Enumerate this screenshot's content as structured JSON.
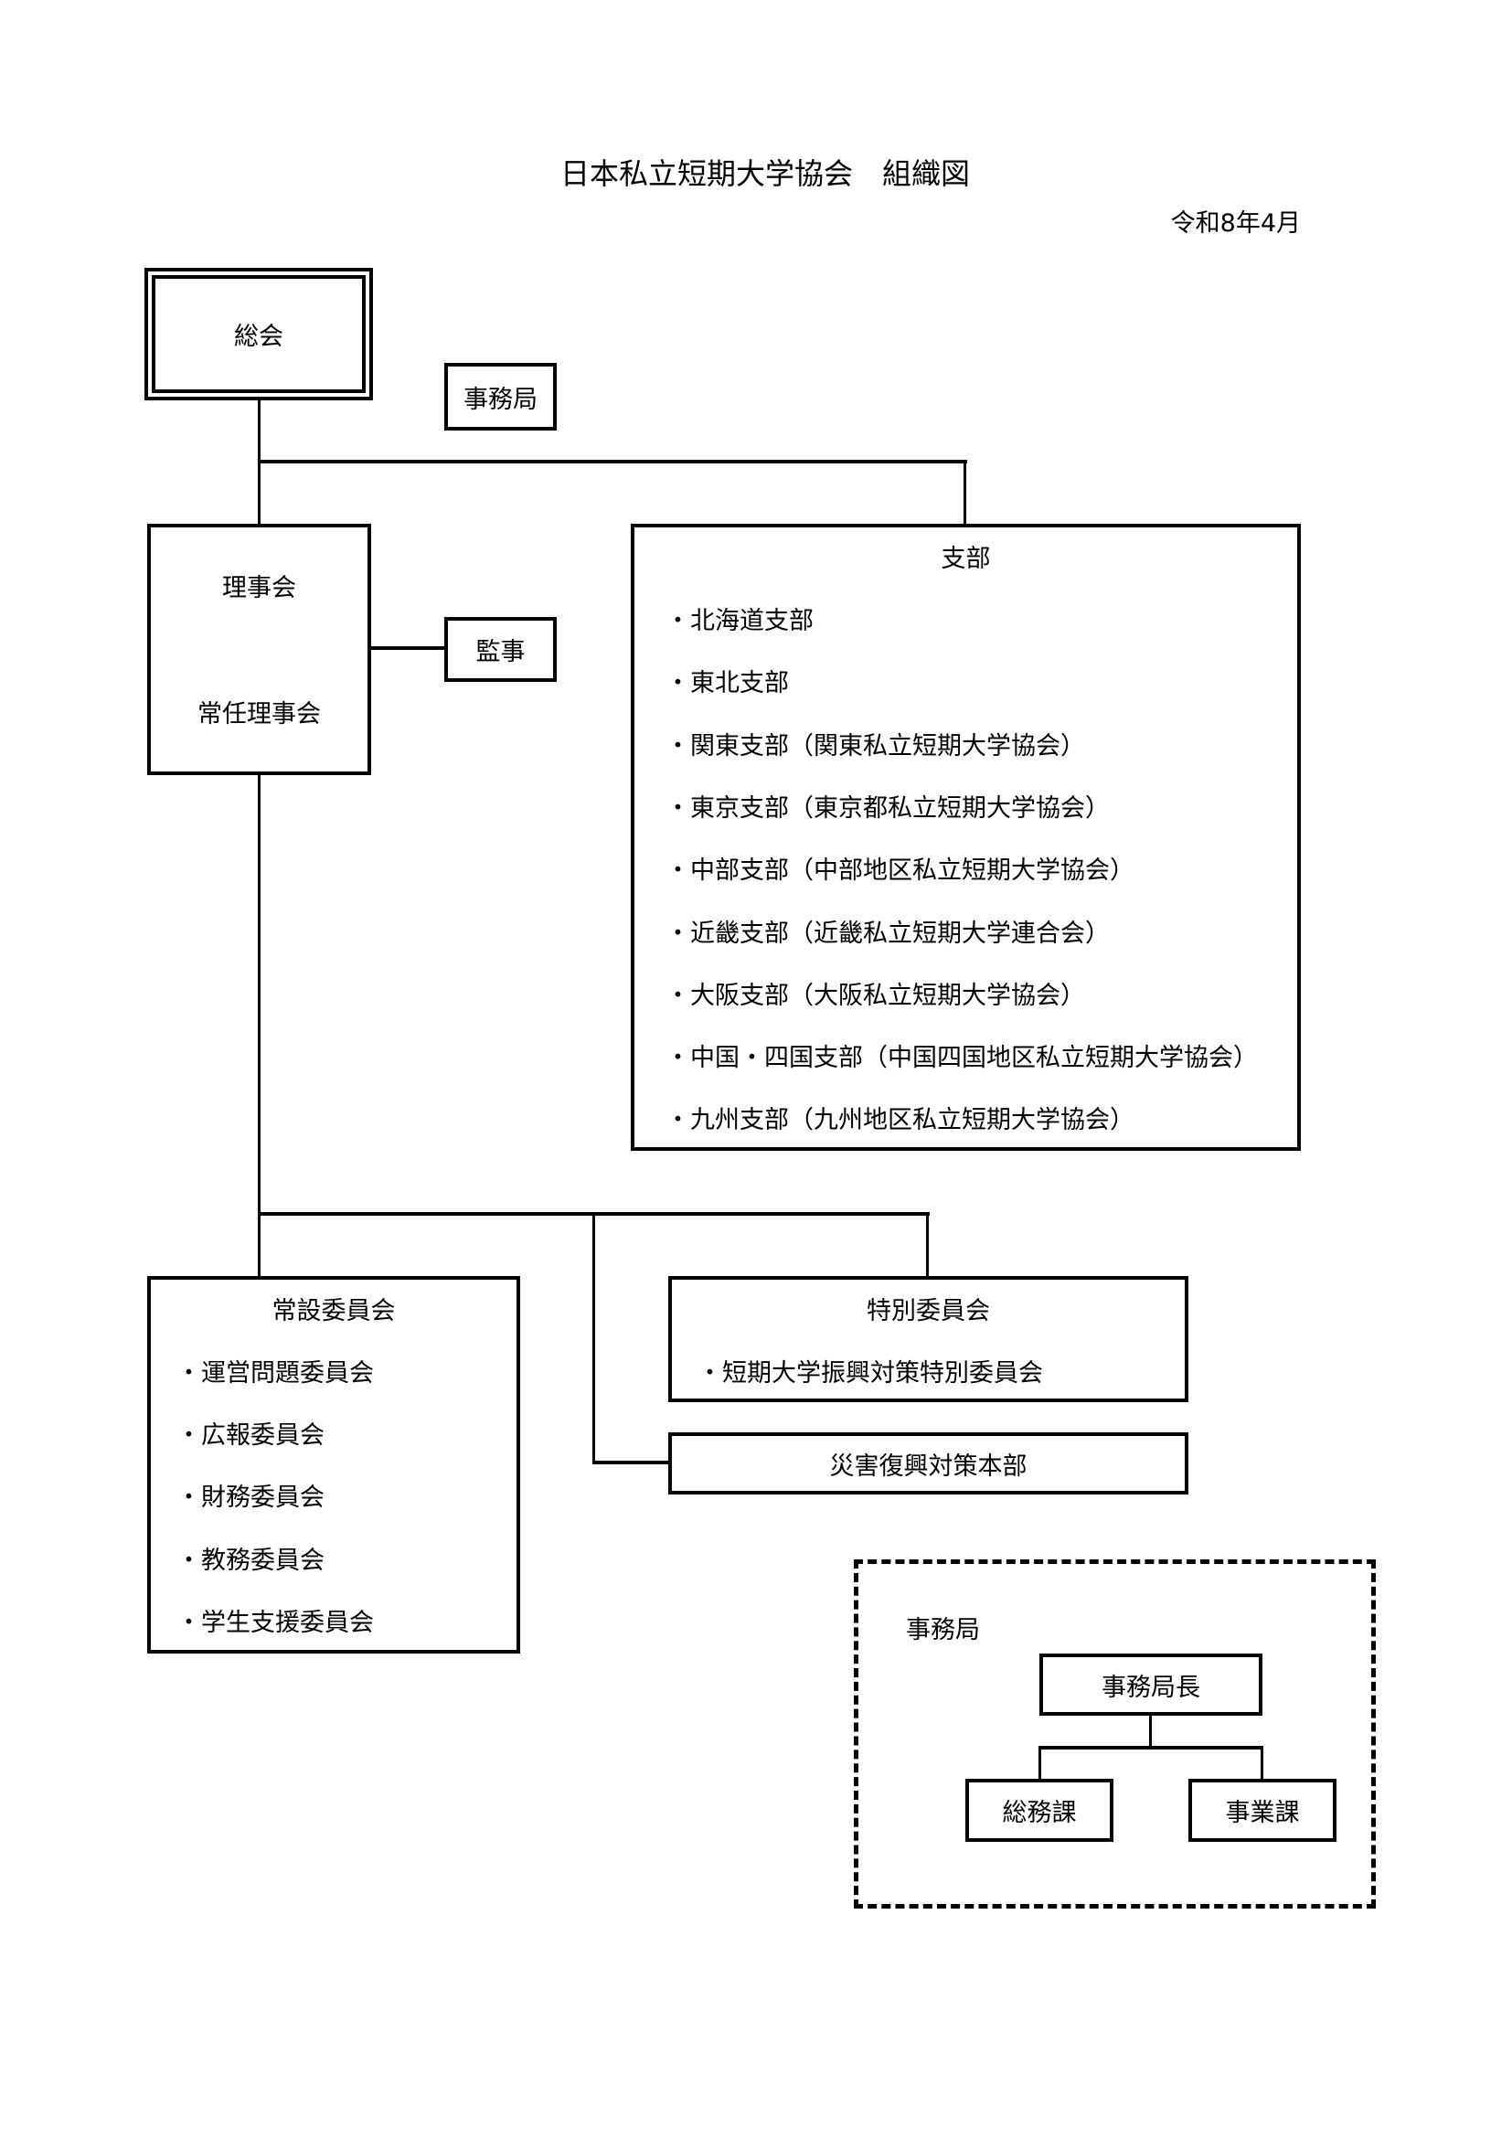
{
  "title": "日本私立短期大学協会　組織図",
  "date": "令和8年4月",
  "general_assembly": "総会",
  "secretariat_small": "事務局",
  "board": {
    "line1": "理事会",
    "line2": "常任理事会"
  },
  "auditor": "監事",
  "branches": {
    "heading": "支部",
    "items": [
      "・北海道支部",
      "・東北支部",
      "・関東支部（関東私立短期大学協会）",
      "・東京支部（東京都私立短期大学協会）",
      "・中部支部（中部地区私立短期大学協会）",
      "・近畿支部（近畿私立短期大学連合会）",
      "・大阪支部（大阪私立短期大学協会）",
      "・中国・四国支部（中国四国地区私立短期大学協会）",
      "・九州支部（九州地区私立短期大学協会）"
    ]
  },
  "standing_committees": {
    "heading": "常設委員会",
    "items": [
      "・運営問題委員会",
      "・広報委員会",
      "・財務委員会",
      "・教務委員会",
      "・学生支援委員会"
    ]
  },
  "special_committees": {
    "heading": "特別委員会",
    "items": [
      "・短期大学振興対策特別委員会"
    ]
  },
  "disaster_hq": "災害復興対策本部",
  "secretariat": {
    "label": "事務局",
    "head": "事務局長",
    "sections": [
      "総務課",
      "事業課"
    ]
  }
}
